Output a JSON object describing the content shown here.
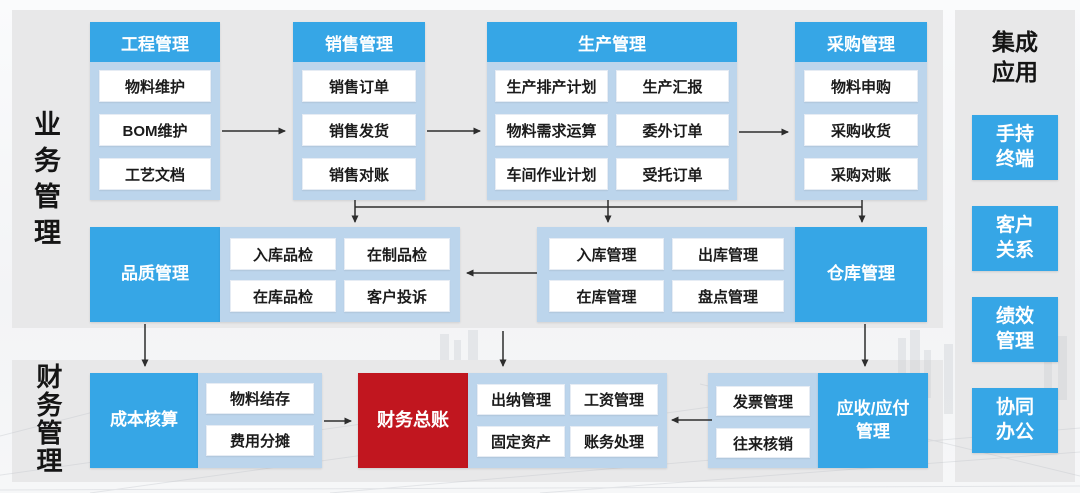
{
  "colors": {
    "blue": "#36A6E6",
    "light_panel": "#BCD5EC",
    "red": "#C1161F",
    "section_gray": "#E8E8E9",
    "arrow": "#2d2d2d"
  },
  "side": {
    "business": "业务管理",
    "finance": "财务管理"
  },
  "columns": {
    "engineering": {
      "title": "工程管理",
      "items": [
        "物料维护",
        "BOM维护",
        "工艺文档"
      ]
    },
    "sales": {
      "title": "销售管理",
      "items": [
        "销售订单",
        "销售发货",
        "销售对账"
      ]
    },
    "production": {
      "title": "生产管理",
      "left": [
        "生产排产计划",
        "物料需求运算",
        "车间作业计划"
      ],
      "right": [
        "生产汇报",
        "委外订单",
        "受托订单"
      ]
    },
    "procurement": {
      "title": "采购管理",
      "items": [
        "物料申购",
        "采购收货",
        "采购对账"
      ]
    }
  },
  "middle": {
    "quality_title": "品质管理",
    "quality_items": [
      "入库品检",
      "在制品检",
      "在库品检",
      "客户投诉"
    ],
    "stock_items": [
      "入库管理",
      "出库管理",
      "在库管理",
      "盘点管理"
    ],
    "warehouse_title": "仓库管理"
  },
  "bottom": {
    "cost_title": "成本核算",
    "cost_items": [
      "物料结存",
      "费用分摊"
    ],
    "ledger_title": "财务总账",
    "cashier_items": [
      "出纳管理",
      "工资管理",
      "固定资产",
      "账务处理"
    ],
    "invoice_items": [
      "发票管理",
      "往来核销"
    ],
    "arap_line1": "应收/应付",
    "arap_line2": "管理"
  },
  "integration": {
    "title_line1": "集成",
    "title_line2": "应用",
    "apps": [
      {
        "line1": "手持",
        "line2": "终端"
      },
      {
        "line1": "客户",
        "line2": "关系"
      },
      {
        "line1": "绩效",
        "line2": "管理"
      },
      {
        "line1": "协同",
        "line2": "办公"
      }
    ]
  }
}
